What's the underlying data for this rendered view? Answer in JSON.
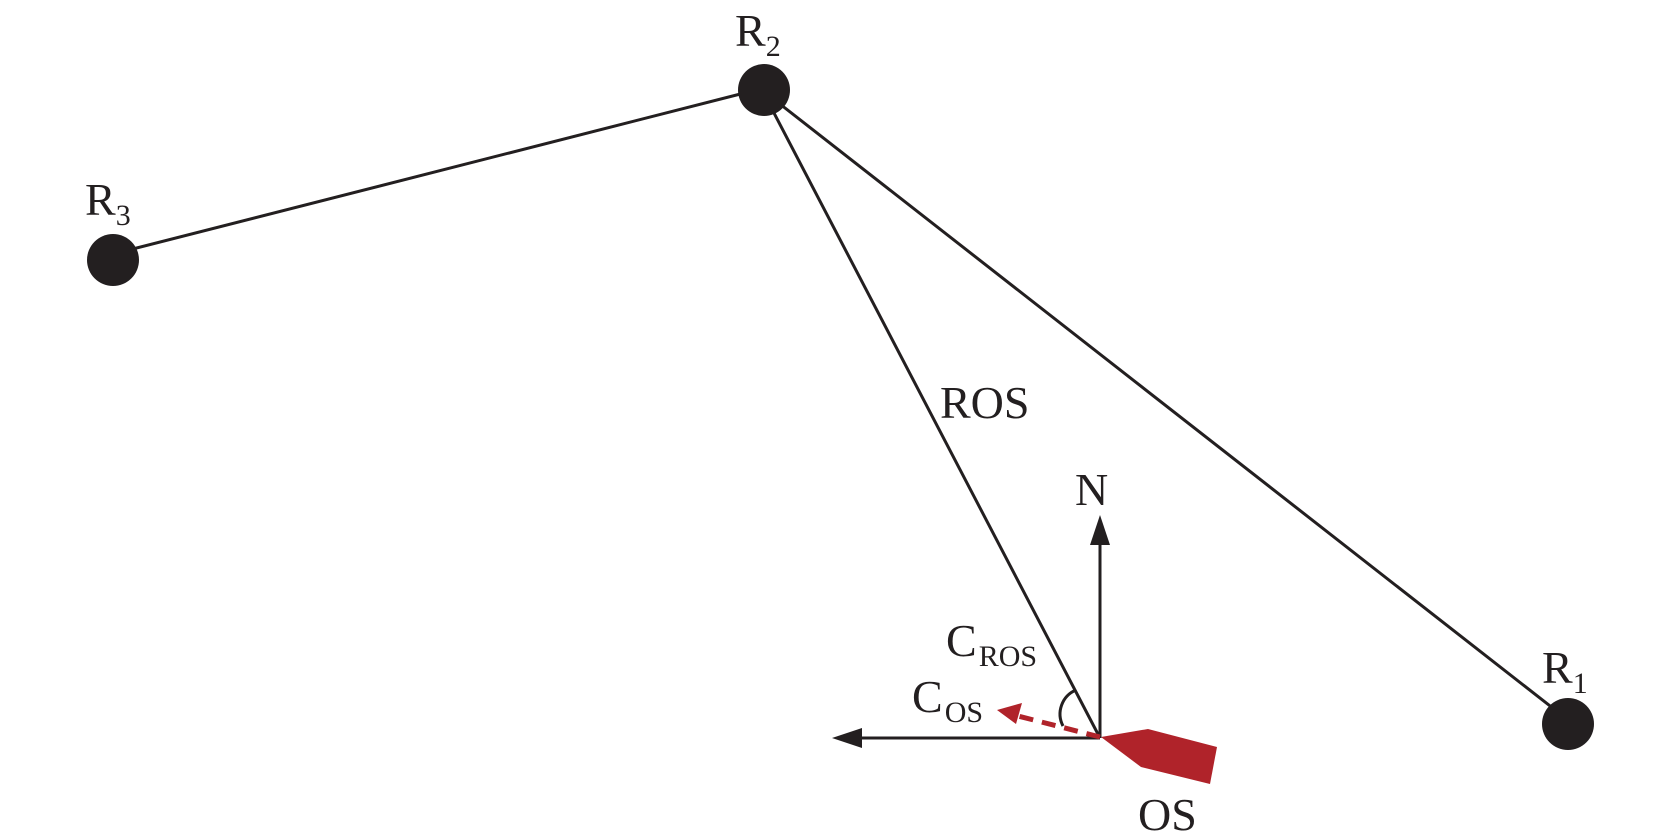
{
  "diagram": {
    "colors": {
      "ink": "#231f20",
      "own_ship": "#b0232a"
    },
    "nodes": [
      {
        "id": "R1",
        "label": "R",
        "subscript": "1"
      },
      {
        "id": "R2",
        "label": "R",
        "subscript": "2"
      },
      {
        "id": "R3",
        "label": "R",
        "subscript": "3"
      }
    ],
    "edges": [
      {
        "from": "R3",
        "to": "R2"
      },
      {
        "from": "R2",
        "to": "R1"
      },
      {
        "from": "R2",
        "to": "OS",
        "label": "ROS"
      }
    ],
    "own_ship": {
      "label": "OS"
    },
    "north": {
      "label": "N"
    },
    "angles": [
      {
        "label": "C",
        "subscript": "ROS"
      },
      {
        "label": "C",
        "subscript": "OS"
      }
    ]
  }
}
